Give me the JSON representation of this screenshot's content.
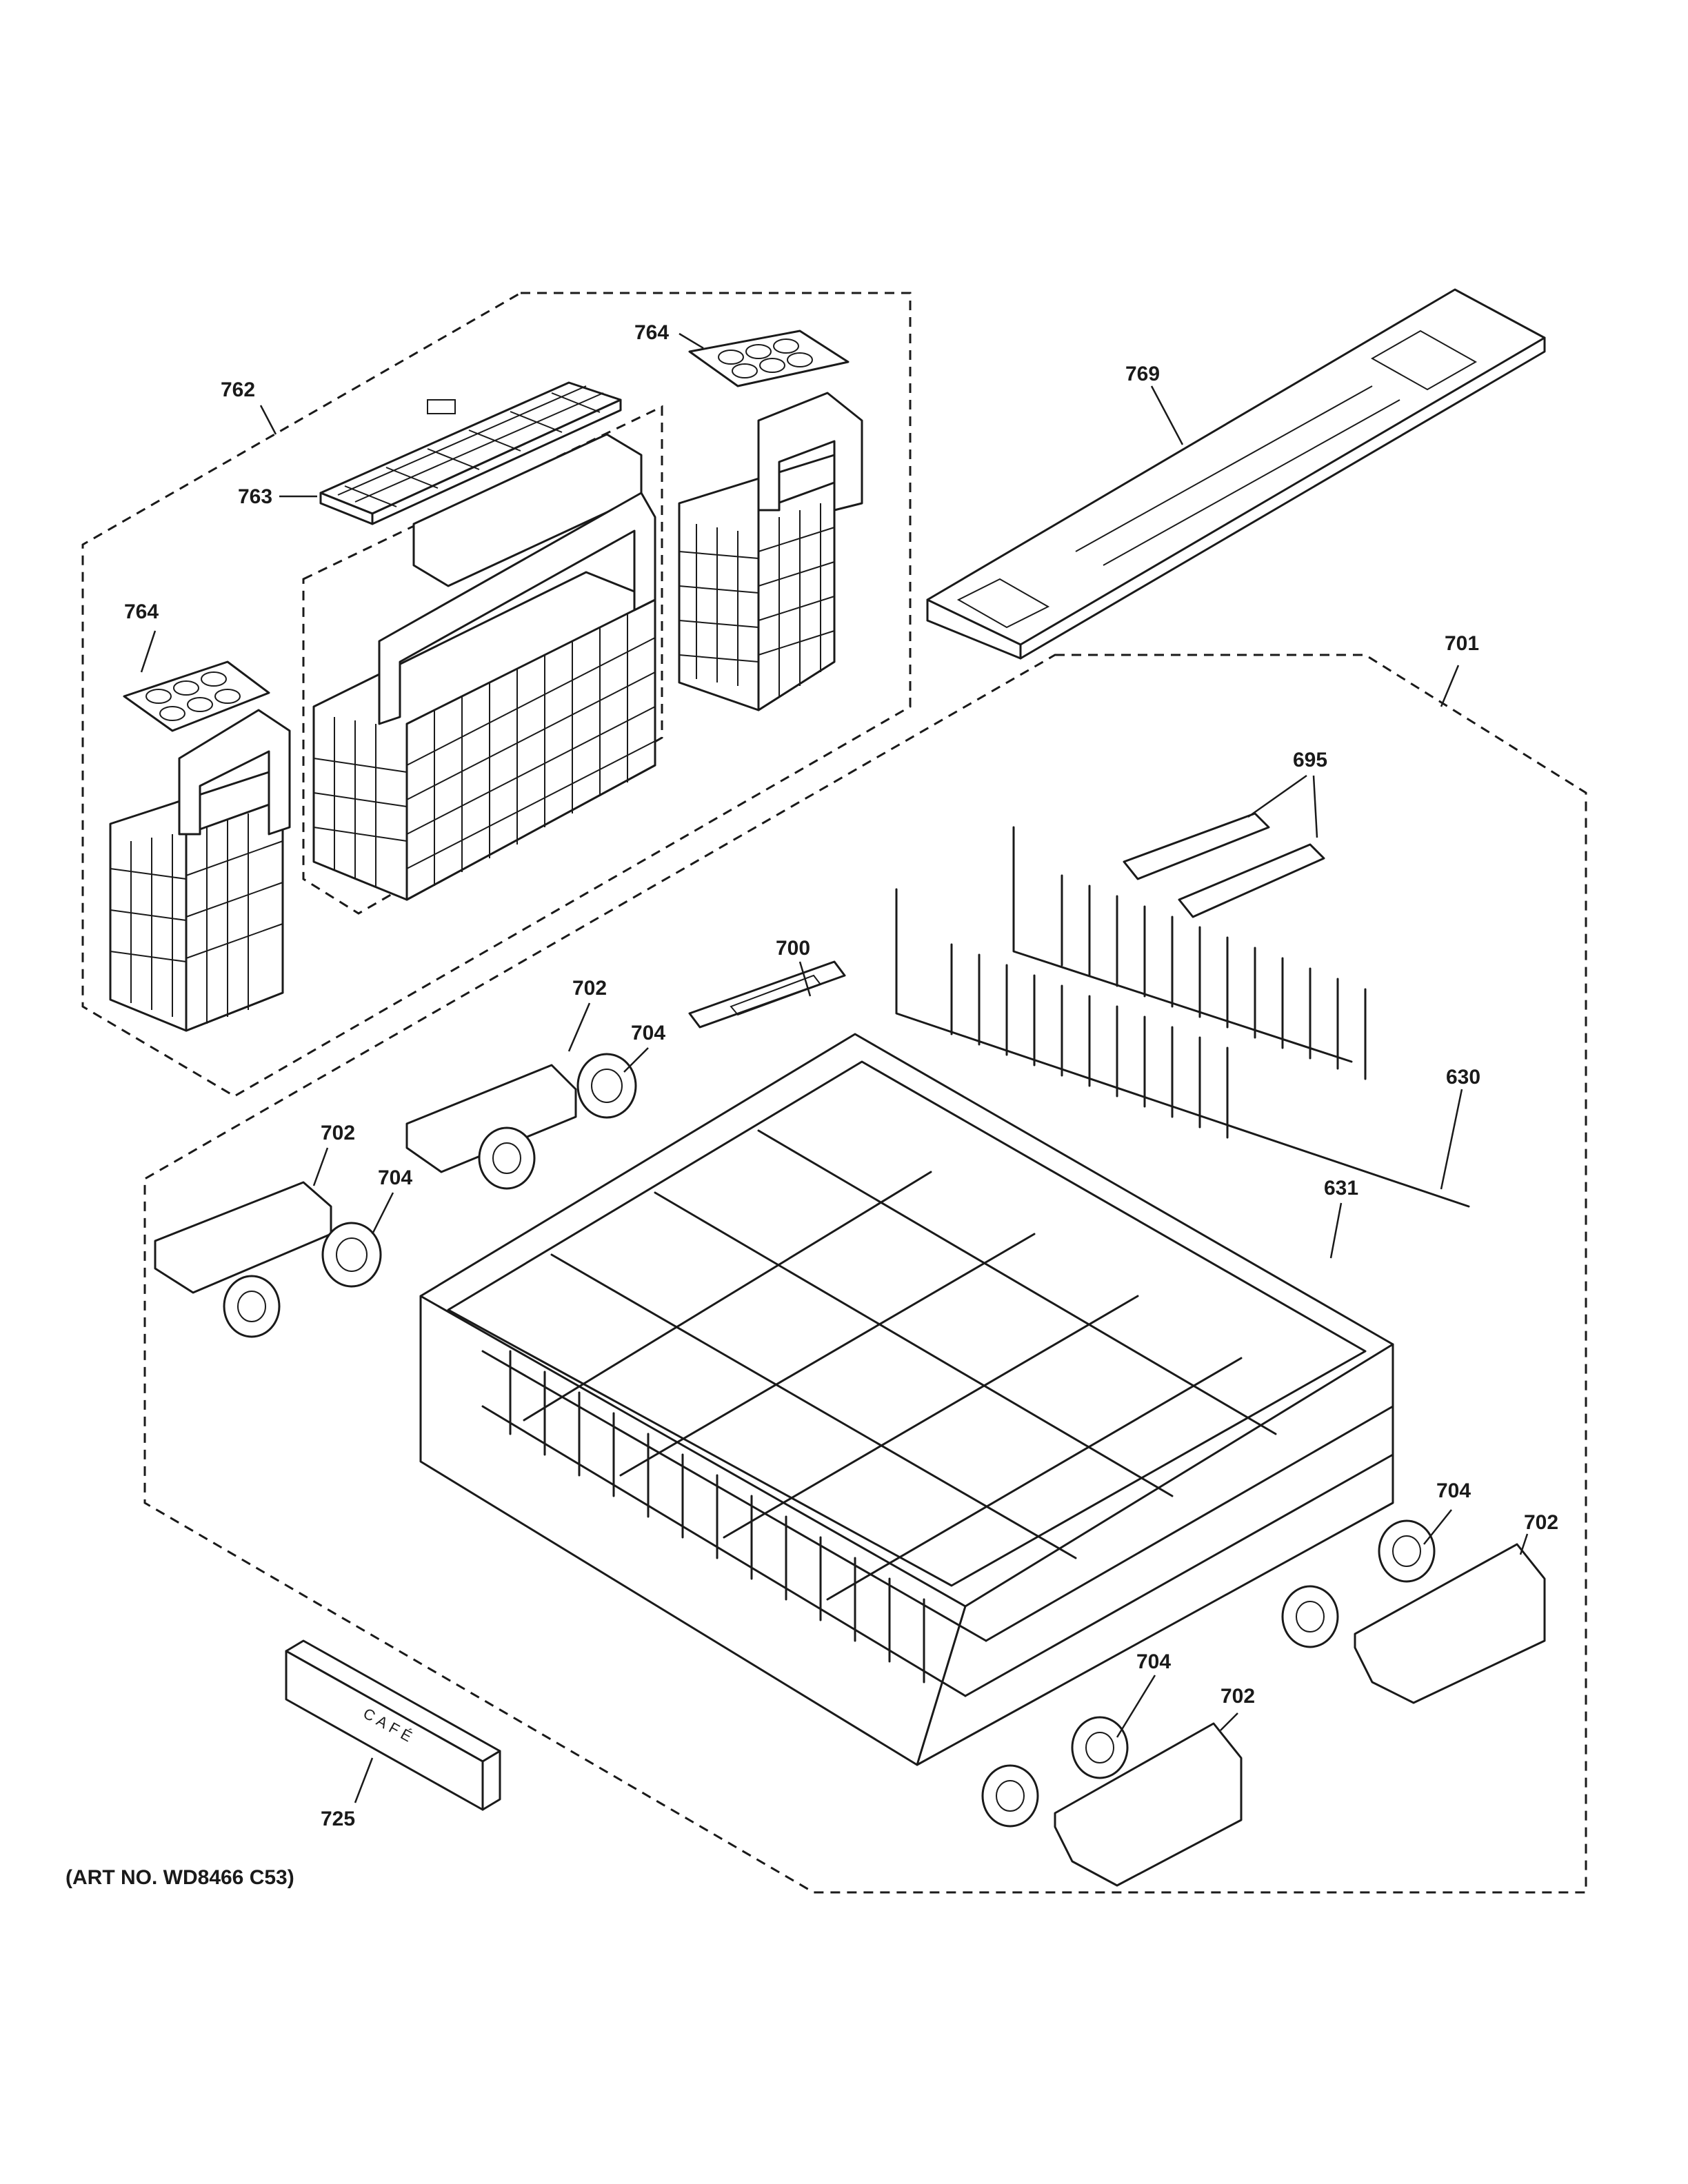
{
  "callouts": {
    "c762": "762",
    "c763": "763",
    "c764a": "764",
    "c764b": "764",
    "c769": "769",
    "c701": "701",
    "c695": "695",
    "c700": "700",
    "c702a": "702",
    "c704a": "704",
    "c702b": "702",
    "c704b": "704",
    "c630": "630",
    "c631": "631",
    "c704c": "704",
    "c702c": "702",
    "c704d": "704",
    "c702d": "702",
    "c725": "725"
  },
  "brand_label": "CAFÉ",
  "art_number": "(ART NO. WD8466 C53)"
}
